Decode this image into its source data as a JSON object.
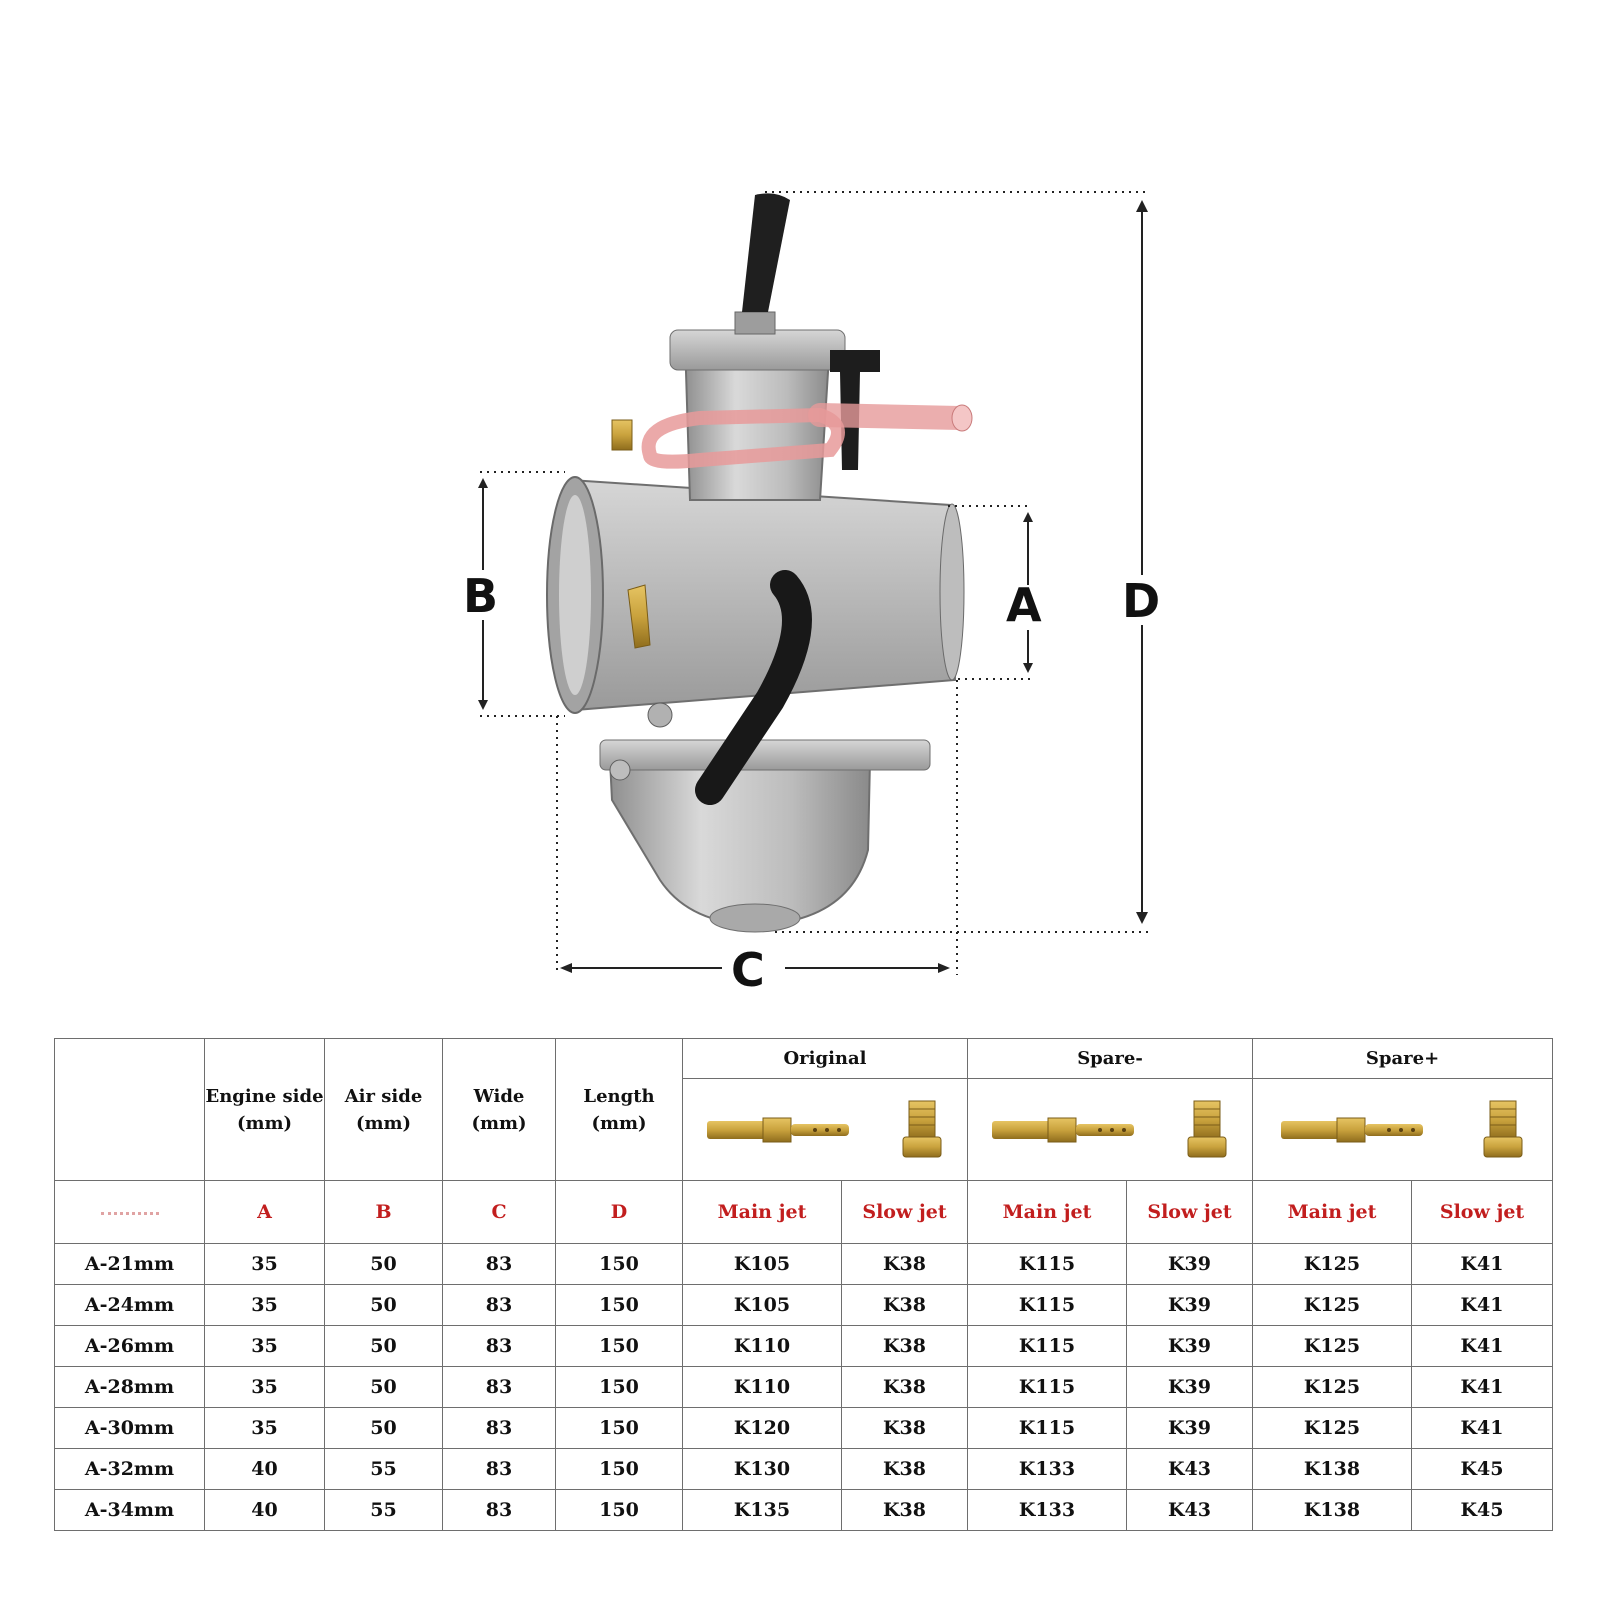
{
  "dimension_labels": {
    "a": "A",
    "b": "B",
    "c": "C",
    "d": "D"
  },
  "table": {
    "header": {
      "engine_side": "Engine side (mm)",
      "air_side": "Air side (mm)",
      "wide": "Wide (mm)",
      "length": "Length (mm)",
      "groups": [
        "Original",
        "Spare-",
        "Spare+"
      ]
    },
    "letter_row": {
      "a": "A",
      "b": "B",
      "c": "C",
      "d": "D",
      "main_jet": "Main jet",
      "slow_jet": "Slow jet"
    },
    "rows": [
      [
        "A-21mm",
        "35",
        "50",
        "83",
        "150",
        "K105",
        "K38",
        "K115",
        "K39",
        "K125",
        "K41"
      ],
      [
        "A-24mm",
        "35",
        "50",
        "83",
        "150",
        "K105",
        "K38",
        "K115",
        "K39",
        "K125",
        "K41"
      ],
      [
        "A-26mm",
        "35",
        "50",
        "83",
        "150",
        "K110",
        "K38",
        "K115",
        "K39",
        "K125",
        "K41"
      ],
      [
        "A-28mm",
        "35",
        "50",
        "83",
        "150",
        "K110",
        "K38",
        "K115",
        "K39",
        "K125",
        "K41"
      ],
      [
        "A-30mm",
        "35",
        "50",
        "83",
        "150",
        "K120",
        "K38",
        "K115",
        "K39",
        "K125",
        "K41"
      ],
      [
        "A-32mm",
        "40",
        "55",
        "83",
        "150",
        "K130",
        "K38",
        "K133",
        "K43",
        "K138",
        "K45"
      ],
      [
        "A-34mm",
        "40",
        "55",
        "83",
        "150",
        "K135",
        "K38",
        "K133",
        "K43",
        "K138",
        "K45"
      ]
    ]
  },
  "colors": {
    "brass": "#c9a23d",
    "letters_red": "#c21e1e",
    "body_silver": "#b9b9b9"
  }
}
